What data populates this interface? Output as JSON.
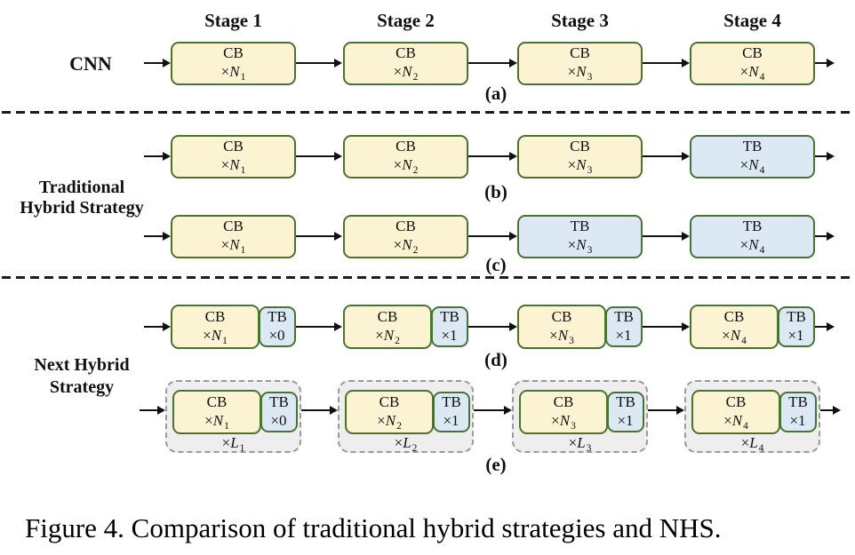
{
  "stage_headers": [
    "Stage 1",
    "Stage 2",
    "Stage 3",
    "Stage 4"
  ],
  "row_labels": {
    "cnn": "CNN",
    "traditional_line1": "Traditional",
    "traditional_line2": "Hybrid Strategy",
    "nhs_line1": "Next Hybrid",
    "nhs_line2": "Strategy"
  },
  "sublabels": {
    "a": "(a)",
    "b": "(b)",
    "c": "(c)",
    "d": "(d)",
    "e": "(e)"
  },
  "rows": {
    "a": {
      "boxes": [
        {
          "t": "CB",
          "mul": "×",
          "v": "N",
          "sub": "1"
        },
        {
          "t": "CB",
          "mul": "×",
          "v": "N",
          "sub": "2"
        },
        {
          "t": "CB",
          "mul": "×",
          "v": "N",
          "sub": "3"
        },
        {
          "t": "CB",
          "mul": "×",
          "v": "N",
          "sub": "4"
        }
      ]
    },
    "b": {
      "boxes": [
        {
          "t": "CB",
          "mul": "×",
          "v": "N",
          "sub": "1"
        },
        {
          "t": "CB",
          "mul": "×",
          "v": "N",
          "sub": "2"
        },
        {
          "t": "CB",
          "mul": "×",
          "v": "N",
          "sub": "3"
        },
        {
          "t": "TB",
          "mul": "×",
          "v": "N",
          "sub": "4"
        }
      ]
    },
    "c": {
      "boxes": [
        {
          "t": "CB",
          "mul": "×",
          "v": "N",
          "sub": "1"
        },
        {
          "t": "CB",
          "mul": "×",
          "v": "N",
          "sub": "2"
        },
        {
          "t": "TB",
          "mul": "×",
          "v": "N",
          "sub": "3"
        },
        {
          "t": "TB",
          "mul": "×",
          "v": "N",
          "sub": "4"
        }
      ]
    },
    "d": {
      "pairs": [
        {
          "cb": {
            "t": "CB",
            "mul": "×",
            "v": "N",
            "sub": "1"
          },
          "tb": {
            "t": "TB",
            "mul": "×",
            "v": "0",
            "sub": ""
          }
        },
        {
          "cb": {
            "t": "CB",
            "mul": "×",
            "v": "N",
            "sub": "2"
          },
          "tb": {
            "t": "TB",
            "mul": "×",
            "v": "1",
            "sub": ""
          }
        },
        {
          "cb": {
            "t": "CB",
            "mul": "×",
            "v": "N",
            "sub": "3"
          },
          "tb": {
            "t": "TB",
            "mul": "×",
            "v": "1",
            "sub": ""
          }
        },
        {
          "cb": {
            "t": "CB",
            "mul": "×",
            "v": "N",
            "sub": "4"
          },
          "tb": {
            "t": "TB",
            "mul": "×",
            "v": "1",
            "sub": ""
          }
        }
      ]
    },
    "e": {
      "pairs": [
        {
          "cb": {
            "t": "CB",
            "mul": "×",
            "v": "N",
            "sub": "1"
          },
          "tb": {
            "t": "TB",
            "mul": "×",
            "v": "0",
            "sub": ""
          },
          "rep": {
            "mul": "×",
            "v": "L",
            "sub": "1"
          }
        },
        {
          "cb": {
            "t": "CB",
            "mul": "×",
            "v": "N",
            "sub": "2"
          },
          "tb": {
            "t": "TB",
            "mul": "×",
            "v": "1",
            "sub": ""
          },
          "rep": {
            "mul": "×",
            "v": "L",
            "sub": "2"
          }
        },
        {
          "cb": {
            "t": "CB",
            "mul": "×",
            "v": "N",
            "sub": "3"
          },
          "tb": {
            "t": "TB",
            "mul": "×",
            "v": "1",
            "sub": ""
          },
          "rep": {
            "mul": "×",
            "v": "L",
            "sub": "3"
          }
        },
        {
          "cb": {
            "t": "CB",
            "mul": "×",
            "v": "N",
            "sub": "4"
          },
          "tb": {
            "t": "TB",
            "mul": "×",
            "v": "1",
            "sub": ""
          },
          "rep": {
            "mul": "×",
            "v": "L",
            "sub": "4"
          }
        }
      ]
    }
  },
  "caption": "Figure 4. Comparison of traditional hybrid strategies and NHS.",
  "colors": {
    "cb_fill": "#fcf3d2",
    "tb_fill": "#dce9f5",
    "block_border": "#4a7233",
    "container_fill": "#eeeeee",
    "container_border": "#9a9a9a",
    "arrow": "#111111"
  }
}
